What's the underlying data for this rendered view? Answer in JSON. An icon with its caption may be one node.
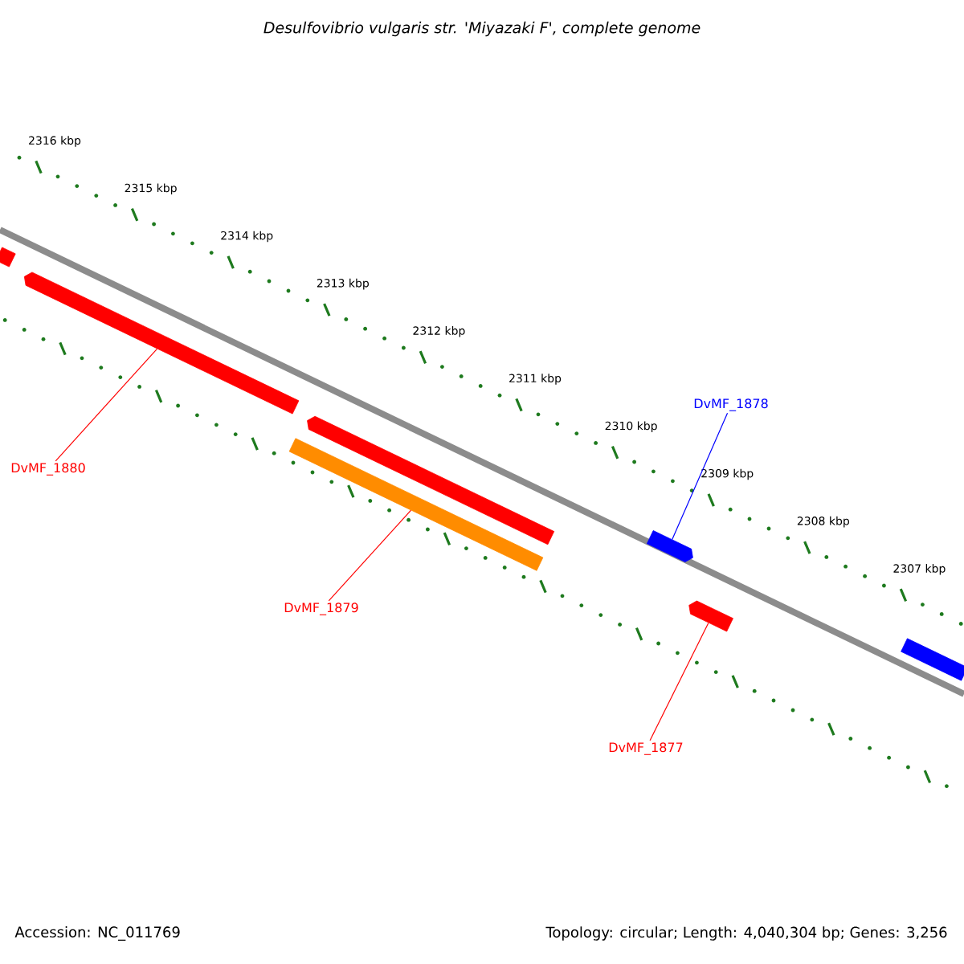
{
  "diagram": {
    "title": "Desulfovibrio vulgaris str. 'Miyazaki F', complete genome",
    "nodes": [
      {
        "text": [
          "DvMF_1878"
        ]
      },
      {
        "text": [
          "DvMF_1880"
        ]
      },
      {
        "text": [
          "DvMF_1879"
        ]
      },
      {
        "text": [
          "DvMF_1877"
        ]
      },
      {
        "text": [],
        "shape": "bar"
      },
      {
        "text": [],
        "shape": "bar"
      },
      {
        "text": [],
        "shape": "bar"
      },
      {
        "text": [],
        "shape": "bar"
      },
      {
        "text": [],
        "shape": "bar"
      },
      {
        "text": [],
        "shape": "bar"
      },
      {
        "text": [],
        "shape": "bar"
      }
    ],
    "edges": [
      {
        "from": 0,
        "to": 8,
        "arrow": "none",
        "color": "#0000ff"
      },
      {
        "from": 1,
        "to": 5,
        "arrow": "none"
      },
      {
        "from": 2,
        "to": 7,
        "arrow": "none"
      },
      {
        "from": 3,
        "to": 9,
        "arrow": "none"
      }
    ],
    "labels": [
      "2316 kbp",
      "2315 kbp",
      "2314 kbp",
      "2313 kbp",
      "2312 kbp",
      "2311 kbp",
      "2310 kbp",
      "2309 kbp",
      "2308 kbp",
      "2307 kbp",
      "Accession: NC_011769",
      "Topology: circular; Length: 4,040,304 bp; Genes: 3,256"
    ]
  }
}
